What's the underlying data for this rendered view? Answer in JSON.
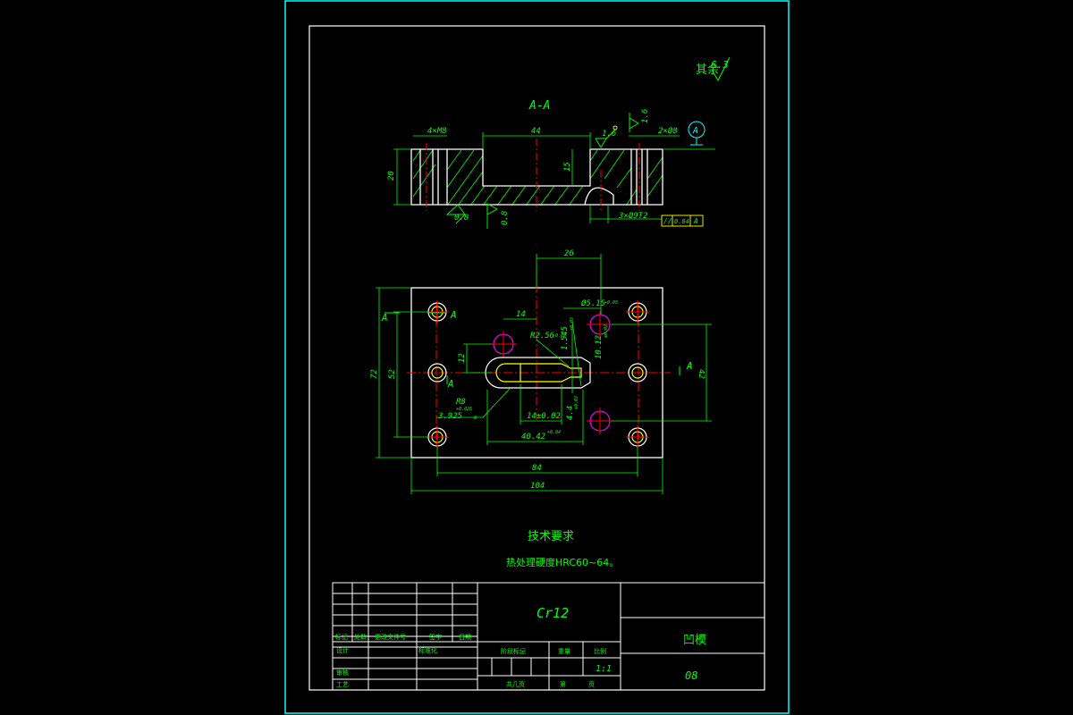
{
  "drawing": {
    "roughness_note": "其余",
    "roughness_note_value": "6.3",
    "section_label": "A-A",
    "section_dims": {
      "tapped_holes_left": "4×M8",
      "width_44": "44",
      "dowel_holes_right": "2×Ø8",
      "height_20": "20",
      "depth_15": "15",
      "counterbore_holes": "3×Ø9T2",
      "rough_16a": "1.6",
      "rough_16b": "1.6",
      "rough_08a": "0.8",
      "rough_08b": "0.8"
    },
    "datum_label": "A",
    "tolerance_frame": {
      "symbol": "//",
      "value": "0.04",
      "datum": "A"
    },
    "plan_dims": {
      "d26": "26",
      "d14": "14",
      "d5_15": "Ø5.15",
      "d5_15_tol": "+0.05",
      "r2_56": "R2.56",
      "r2_56_tol": "-0.02",
      "d1_545": "1.545",
      "d1_545_tol": "±0.03",
      "d10_12": "10.12",
      "d10_12_tol": "±0.02",
      "d12": "12",
      "d52": "52",
      "d72": "72",
      "d42": "42",
      "r8": "R8",
      "r8_tol": "+0.025",
      "d3_925": "3.925",
      "d3_925_tol": "0",
      "d14_02": "14±0.02",
      "d4_4": "4.4",
      "d4_4_tol": "+0.03",
      "d40_42": "40.42",
      "d40_42_tol": "+0.04",
      "d84": "84",
      "d104": "104",
      "section_mark_a1": "A",
      "section_mark_a2": "A",
      "section_mark_a3": "A",
      "section_mark_a4": "A",
      "section_mark_a5": "A"
    },
    "tech_req_title": "技术要求",
    "tech_req_text": "热处理硬度HRC60~64。"
  },
  "title_block": {
    "material": "Cr12",
    "part_name": "凹模",
    "drawing_no": "08",
    "scale": "1:1",
    "labels": {
      "mark": "标记",
      "count": "处数",
      "change_doc": "更改文件号",
      "sign": "签字",
      "date": "日期",
      "designer": "设计",
      "standardization": "标准化",
      "checker": "审核",
      "process": "工艺",
      "stage_mark": "阶段标记",
      "weight": "重量",
      "ratio": "比例",
      "sheets_total": "共几页",
      "sheet_no": "第",
      "sheet_unit": "页"
    }
  },
  "colors": {
    "outline": "#ffffff",
    "border": "#00ffff",
    "dimension": "#00ff00",
    "centerline": "#ff0000",
    "hatch": "#00ff00",
    "hidden": "#ff00ff",
    "text": "#00ff00",
    "titleblock_text": "#00ff00",
    "yellow": "#ffff00"
  }
}
